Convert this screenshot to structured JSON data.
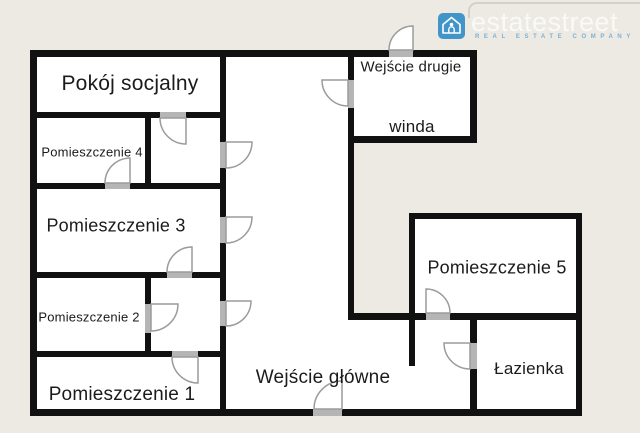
{
  "brand": {
    "name": "estatestreet",
    "tagline": "REAL ESTATE COMPANY"
  },
  "colors": {
    "background": "#eceae3",
    "floor": "#ffffff",
    "wall": "#111111",
    "door_arc": "#9b9b9b",
    "threshold": "#b5b5b5",
    "brand_blue": "#4195c8",
    "brand_name_text": "#f9f9f6",
    "brand_tagline_text": "#7cb2d4",
    "label_text": "#1b1b1b"
  },
  "floorplan": {
    "rooms": [
      {
        "id": "pokoj-socjalny",
        "label": "Pokój socjalny"
      },
      {
        "id": "pomieszczenie-4",
        "label": "Pomieszczenie 4"
      },
      {
        "id": "pomieszczenie-3",
        "label": "Pomieszczenie 3"
      },
      {
        "id": "pomieszczenie-2",
        "label": "Pomieszczenie 2"
      },
      {
        "id": "pomieszczenie-1",
        "label": "Pomieszczenie 1"
      },
      {
        "id": "wejscie-drugie",
        "label": "Wejście drugie"
      },
      {
        "id": "winda",
        "label": "winda"
      },
      {
        "id": "pomieszczenie-5",
        "label": "Pomieszczenie 5"
      },
      {
        "id": "lazienka",
        "label": "Łazienka"
      },
      {
        "id": "wejscie-glowne",
        "label": "Wejście główne"
      }
    ]
  }
}
